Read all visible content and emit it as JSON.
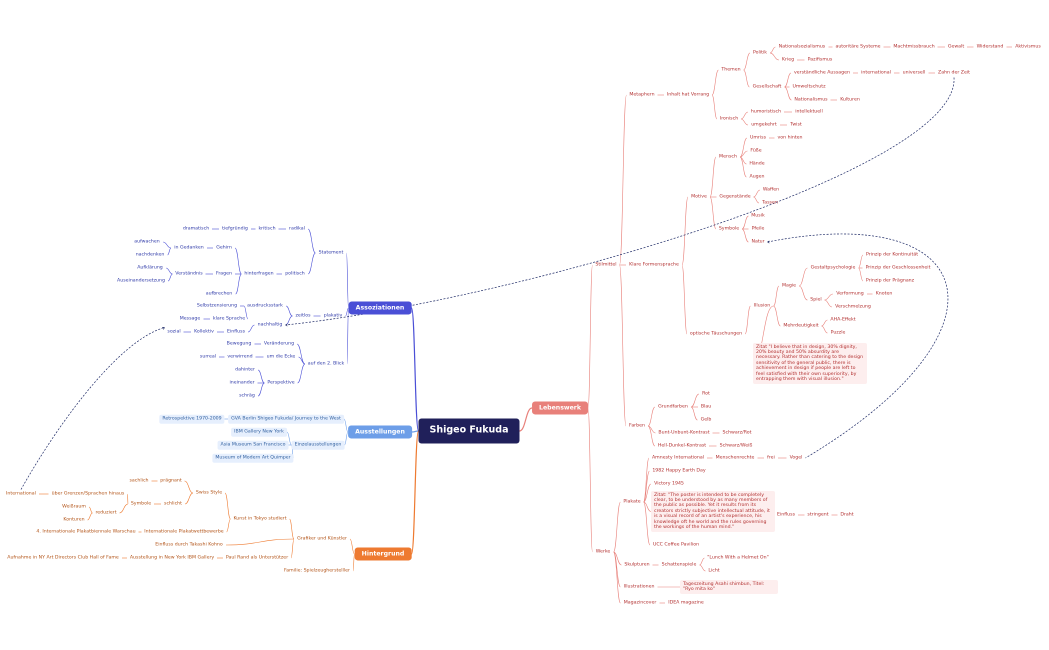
{
  "central": "Shigeo Fukuda",
  "branches": {
    "lebenswerk": "Lebenswerk",
    "assoziationen": "Assoziationen",
    "ausstellungen": "Ausstellungen",
    "hintergrund": "Hintergrund"
  },
  "lebenswerk": {
    "stilmittel": "Stilmittel",
    "metaphern": "Metaphern",
    "inhalt": "Inhalt hat Vorrang",
    "themen": "Themen",
    "politik": "Politik",
    "nationalsozialismus": "Nationalsozialismus",
    "autoritaere": "autoritäre Systeme",
    "machtmissbrauch": "Machtmissbrauch",
    "gewalt": "Gewalt",
    "widerstand": "Widerstand",
    "aktivismus": "Aktivismus",
    "krieg": "Krieg",
    "pazifismus": "Pazifismus",
    "gesellschaft": "Gesellschaft",
    "verstaendlich": "verständliche Aussagen",
    "international": "international",
    "universell": "universell",
    "zahn": "Zahn der Zeit",
    "umweltschutz": "Umweltschutz",
    "nationalismus": "Nationalismus",
    "kulturen": "Kulturen",
    "ironisch": "Ironisch",
    "humoristisch": "humoristisch",
    "intellektuell": "intellektuell",
    "umgekehrt": "umgekehrt",
    "twist": "Twist",
    "klare": "Klare Formensprache",
    "motive": "Motive",
    "mensch": "Mensch",
    "umriss": "Umriss",
    "von_hinten": "von hinten",
    "fuesse": "Füße",
    "haende": "Hände",
    "augen": "Augen",
    "gegenstaende": "Gegenstände",
    "waffen": "Waffen",
    "tassen": "Tassen",
    "symbole": "Symbole",
    "musik": "Musik",
    "pfeile": "Pfeile",
    "natur": "Natur",
    "optische": "optische Täuschungen",
    "illusion": "Illusion",
    "magie": "Magie",
    "gestalt": "Gestaltpsychologie",
    "kontinuitaet": "Prinzip der Kontinuität",
    "geschlossenheit": "Prinzip der Geschlossenheit",
    "praegnanz": "Prinzip der Prägnanz",
    "spiel": "Spiel",
    "verformung": "Verformung",
    "knoten": "Knoten",
    "verschmelzung": "Verschmelzung",
    "mehrdeutigkeit": "Mehrdeutigkeit",
    "aha": "AHA-Effekt",
    "puzzle": "Puzzle",
    "zitat1": "Zitat \"I believe that in design, 30% dignity, 20% beauty and 50% absurdity are necessary. Rather than catering to the design sensitivity of the general public, there is achievement in design if people are left to feel satisfied with their own superiority, by entrapping them with visual illusion.\"",
    "farben": "Farben",
    "grundfarben": "Grundfarben",
    "rot": "Rot",
    "blau": "Blau",
    "gelb": "Gelb",
    "bunt": "Bunt-Unbunt-Kontrast",
    "schwarzrot": "Schwarz/Rot",
    "hell": "Hell-Dunkel-Kontrast",
    "schwarzweiss": "Schwarz/Weiß",
    "werke": "Werke",
    "plakate": "Plakate",
    "amnesty": "Amnesty International",
    "menschenrechte": "Menschenrechte",
    "frei": "frei",
    "vogel": "Vogel",
    "earthday": "1982 Happy Earth Day",
    "victory": "Victory 1945",
    "zitat2": "Zitat: \"The poster is intended to be completely clear, to be understood by as many members of the public as possible. Yet it results from its creators strictly subjective intellectual attitude, it is a visual record of an artist's experience, his knowledge oft he world and the rules governing the workings of the human mind.\"",
    "einfluss": "Einfluss",
    "stringent": "stringent",
    "draht": "Draht",
    "ucc": "UCC Coffee Pavilion",
    "skulpturen": "Skulpturen",
    "schattenspiele": "Schattenspiele",
    "helmet": "\"Lunch With a Helmet On\"",
    "licht": "Licht",
    "illustrationen": "Illustrationen",
    "asahi": "Tageszeitung Asahi shimbun, Titel: \"Ryo mita ko\"",
    "magazincover": "Magazincover",
    "idea": "IDEA magazine"
  },
  "assoziationen": {
    "statement": "Statement",
    "radikal": "radikal",
    "kritisch": "kritisch",
    "tiefgruendig": "tiefgründig",
    "dramatisch": "dramatisch",
    "politisch": "politisch",
    "hinterfragen": "hinterfragen",
    "gehirn": "Gehirn",
    "in_gedanken": "in Gedanken",
    "aufwachen": "aufwachen",
    "nachdenken": "nachdenken",
    "fragen": "Fragen",
    "verstaendnis": "Verständnis",
    "aufklaerung": "Aufklärung",
    "auseinandersetzung": "Auseinandersetzung",
    "aufbrechen": "aufbrechen",
    "plakativ": "plakativ",
    "zeitlos": "zeitlos",
    "ausdrucksstark": "ausdrucksstark",
    "selbstzensierung": "Selbstzensierung",
    "klare_sprache": "klare Sprache",
    "message": "Message",
    "nachhaltig": "nachhaltig",
    "einfluss": "Einfluss",
    "kollektiv": "Kollektiv",
    "sozial": "sozial",
    "zweiter_blick": "auf den 2. Blick",
    "veraenderung": "Veränderung",
    "bewegung": "Bewegung",
    "um_die_ecke": "um die Ecke",
    "verwirrend": "verwirrend",
    "surreal": "surreal",
    "perspektive": "Perspektive",
    "dahinter": "dahinter",
    "ineinander": "ineinander",
    "schraeg": "schräg"
  },
  "ausstellungen": {
    "retro": "Retrospektive 1970-2009",
    "gva": "GVA Berlin Shigeo Fukuda/ Journey to the West",
    "einzel": "Einzelausstellungen",
    "ibm": "IBM Gallery New York",
    "asia": "Asia Museum San Francisco",
    "quimper": "Museum of Modern Art Quimper"
  },
  "hintergrund": {
    "grafiker": "Grafiker und Künstler",
    "kunst": "Kunst in Tokyo studiert",
    "swiss": "Swiss Style",
    "praegnant": "prägnant",
    "sachlich": "sachlich",
    "schlicht": "schlicht",
    "symbole": "Symbole",
    "ueber_grenzen": "über Grenzen/Sprachen hinaus",
    "international": "International",
    "reduziert": "reduziert",
    "weissraum": "Weißraum",
    "konturen": "Konturen",
    "wettbewerbe": "Internationale Plakatwettbewerbe",
    "biennale": "4. Internationale Plakatbiennale Warschau",
    "kono": "Einfluss durch Takashi Kohno",
    "paul_rand": "Paul Rand als Unterstützer",
    "ausstellung_ny": "Ausstellung in New York IBM Gallery",
    "hall": "Aufnahme in NY Art Directors Club Hall of Fame",
    "familie": "Familie: Spielzeugherstelller"
  },
  "colors": {
    "lebenswerk": "#e8807a",
    "assoziationen": "#4a4fd6",
    "ausstellungen": "#6d9ee8",
    "hintergrund": "#ee7a30",
    "central": "#20205a"
  }
}
